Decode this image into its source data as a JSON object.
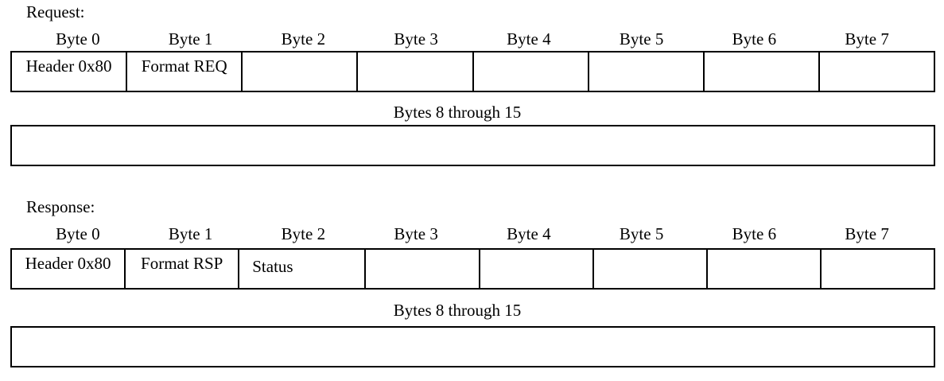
{
  "request": {
    "section_label": "Request:",
    "byte_headers": [
      "Byte 0",
      "Byte 1",
      "Byte 2",
      "Byte 3",
      "Byte 4",
      "Byte 5",
      "Byte 6",
      "Byte 7"
    ],
    "row_cells": [
      "Header 0x80",
      "Format REQ",
      "",
      "",
      "",
      "",
      "",
      ""
    ],
    "overflow_label": "Bytes 8 through 15"
  },
  "response": {
    "section_label": "Response:",
    "byte_headers": [
      "Byte 0",
      "Byte 1",
      "Byte 2",
      "Byte 3",
      "Byte 4",
      "Byte 5",
      "Byte 6",
      "Byte 7"
    ],
    "row_cells": [
      "Header 0x80",
      "Format RSP",
      "Status",
      "",
      "",
      "",
      "",
      ""
    ],
    "overflow_label": "Bytes 8 through 15"
  },
  "colors": {
    "text": "#000000",
    "background": "#ffffff",
    "border": "#000000"
  }
}
